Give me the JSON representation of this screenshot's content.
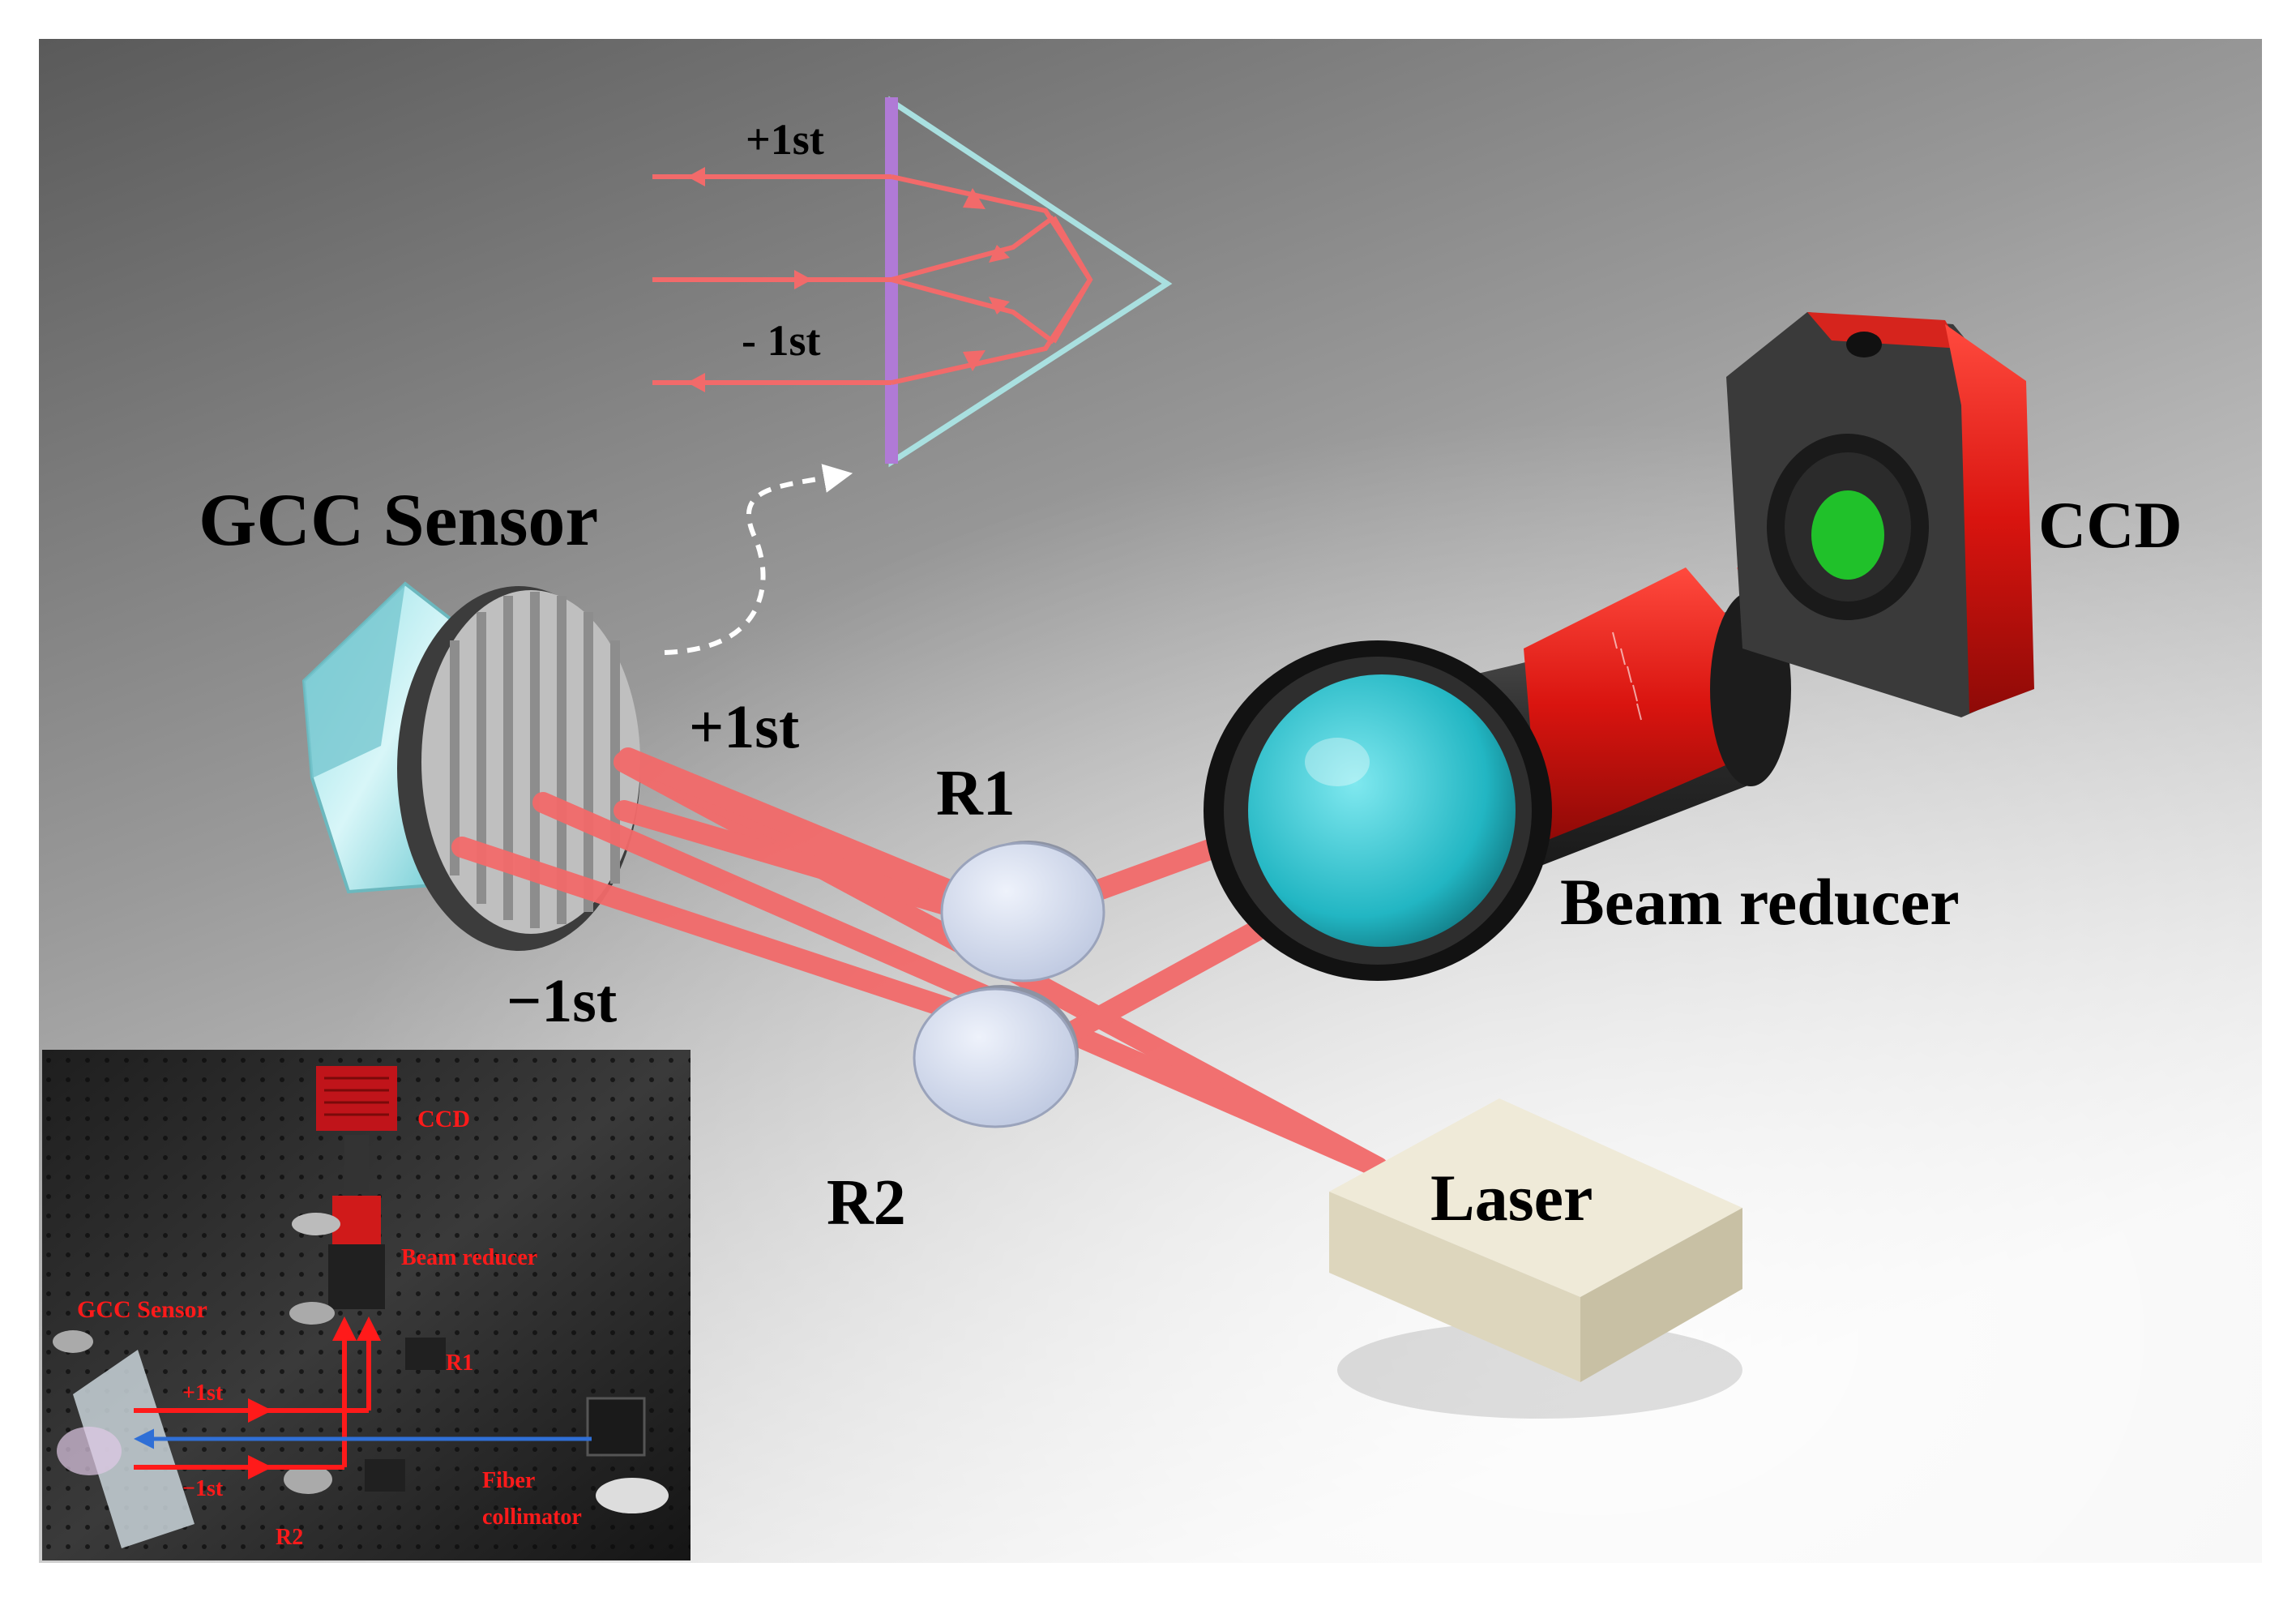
{
  "labels": {
    "inset_plus": "+1st",
    "inset_minus": "- 1st",
    "gcc_sensor": "GCC Sensor",
    "plus_order": "+1st",
    "minus_order": "−1st",
    "r1": "R1",
    "r2": "R2",
    "beam_reducer": "Beam reducer",
    "ccd": "CCD",
    "laser": "Laser"
  },
  "photo": {
    "ccd": "CCD",
    "beam_reducer": "Beam reducer",
    "gcc_sensor": "GCC Sensor",
    "r1": "R1",
    "plus_order": "+1st",
    "minus_order": "−1st",
    "fiber_line1": "Fiber",
    "fiber_line2": "collimator",
    "r2": "R2"
  },
  "colors": {
    "beam": "#f26a6a",
    "lens_cyan": "#33c9d4",
    "camera_red": "#e0201b",
    "grating": "#b07ad6",
    "photo_label": "#ff1a1a",
    "fiber_beam": "#2f6fd6"
  }
}
